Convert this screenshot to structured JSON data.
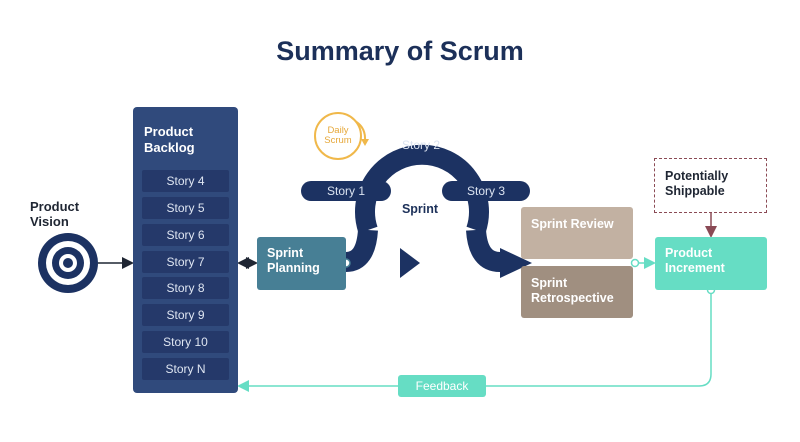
{
  "title": "Summary of Scrum",
  "product_vision": "Product Vision",
  "product_backlog": {
    "title": "Product Backlog",
    "stories": [
      "Story 4",
      "Story 5",
      "Story 6",
      "Story 7",
      "Story 8",
      "Story 9",
      "Story 10",
      "Story N"
    ]
  },
  "sprint_planning": "Sprint Planning",
  "sprint": {
    "label": "Sprint",
    "daily_scrum": "Daily Scrum",
    "stories": [
      "Story 1",
      "Story 2",
      "Story 3"
    ]
  },
  "sprint_review": "Sprint Review",
  "sprint_retrospective": "Sprint Retrospective",
  "product_increment": "Product Increment",
  "potentially_shippable": "Potentially Shippable",
  "feedback": "Feedback",
  "colors": {
    "navy": "#1c3262",
    "backlog": "#304a7c",
    "planning": "#477f95",
    "review": "#c2b1a2",
    "retrospective": "#a08f80",
    "teal": "#66ddc4",
    "daily_scrum": "#f0b84a",
    "shippable_border": "#8a4a55"
  }
}
